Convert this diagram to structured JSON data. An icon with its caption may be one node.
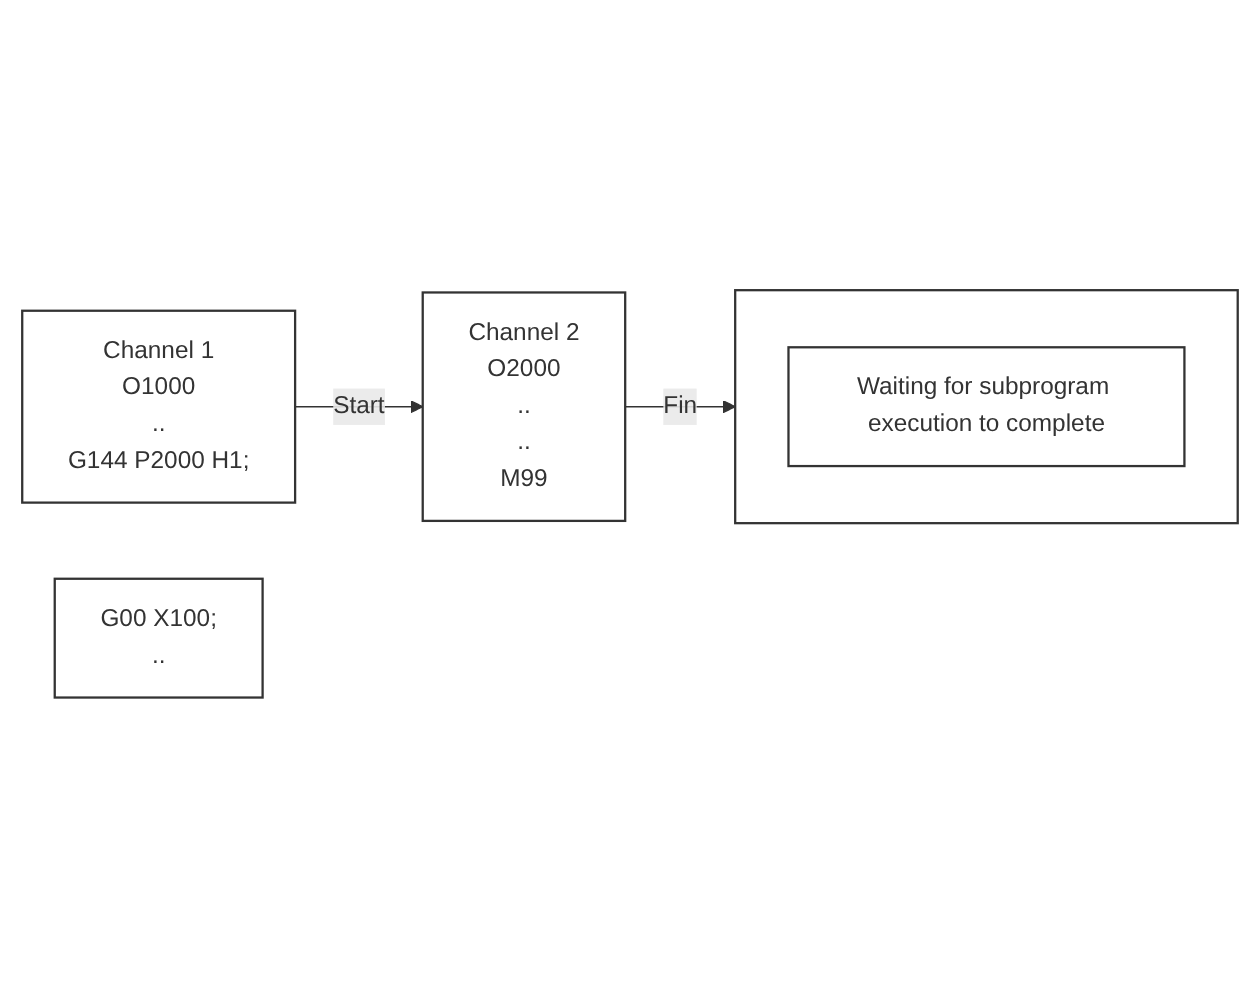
{
  "diagram": {
    "nodes": [
      {
        "text": [
          "Channel 1",
          "O1000",
          "..",
          "G144 P2000 H1;"
        ]
      },
      {
        "text": [],
        "shape": "box"
      },
      {
        "text": [
          "Waiting for subprogram execution to complete"
        ],
        "in": 1
      },
      {
        "text": [
          "G00 X100;",
          ".."
        ]
      },
      {
        "text": [
          "Channel 2",
          "O2000",
          "..",
          "..",
          "M99"
        ]
      }
    ],
    "edges": [
      {
        "from": 0,
        "to": 4,
        "label": "Start",
        "arrow": "to"
      },
      {
        "from": 4,
        "to": 1,
        "label": "Fin",
        "arrow": "to"
      }
    ]
  }
}
